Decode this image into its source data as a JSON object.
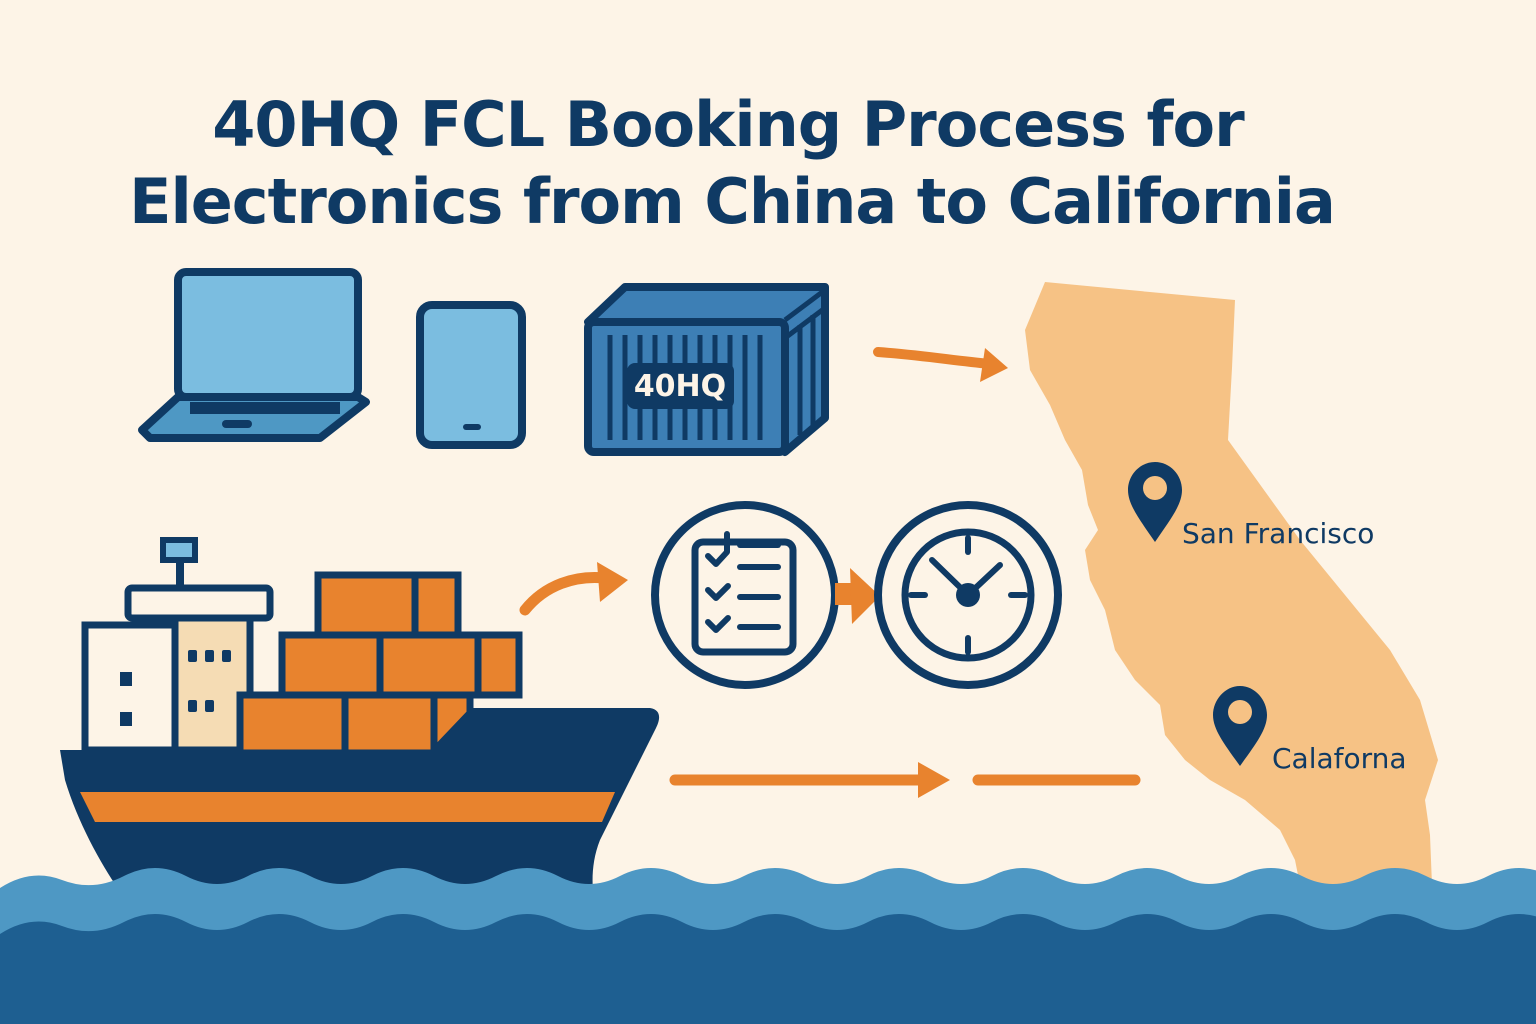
{
  "title": {
    "line1": "40HQ FCL Booking Process for",
    "line2": "Electronics from China to California"
  },
  "icons": {
    "laptop": "laptop-icon",
    "phone": "smartphone-icon",
    "container": "shipping-container-icon",
    "checklist": "checklist-icon",
    "clock": "clock-icon",
    "ship": "cargo-ship-icon",
    "map": "california-map",
    "pin": "map-pin-icon"
  },
  "container": {
    "label": "40HQ"
  },
  "map": {
    "pins": [
      {
        "label": "San Francisco"
      },
      {
        "label": "Calaforna"
      }
    ]
  },
  "colors": {
    "background": "#fdf4e7",
    "navy": "#0f3a64",
    "light_blue": "#7bbde0",
    "mid_blue": "#3d7fb5",
    "orange": "#e8832e",
    "map_fill": "#f6c285",
    "wave_light": "#4e98c4",
    "wave_dark": "#1e5f91"
  }
}
